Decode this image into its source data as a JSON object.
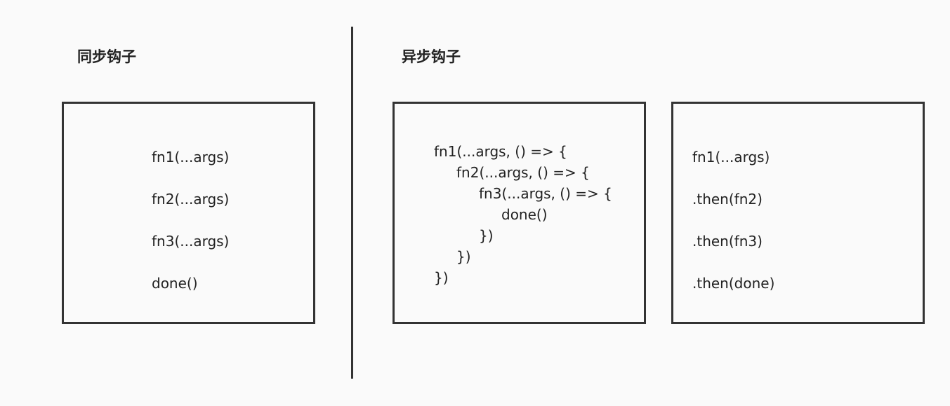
{
  "headings": {
    "sync": "同步钩子",
    "async": "异步钩子"
  },
  "sync_box": {
    "lines": [
      "fn1(...args)",
      "fn2(...args)",
      "fn3(...args)",
      "done()"
    ]
  },
  "async_callback_box": {
    "lines": [
      "fn1(...args, () => {",
      "fn2(...args, () => {",
      "fn3(...args, () => {",
      "done()",
      "})",
      "})",
      "})"
    ]
  },
  "async_promise_box": {
    "lines": [
      "fn1(...args)",
      ".then(fn2)",
      ".then(fn3)",
      ".then(done)"
    ]
  }
}
